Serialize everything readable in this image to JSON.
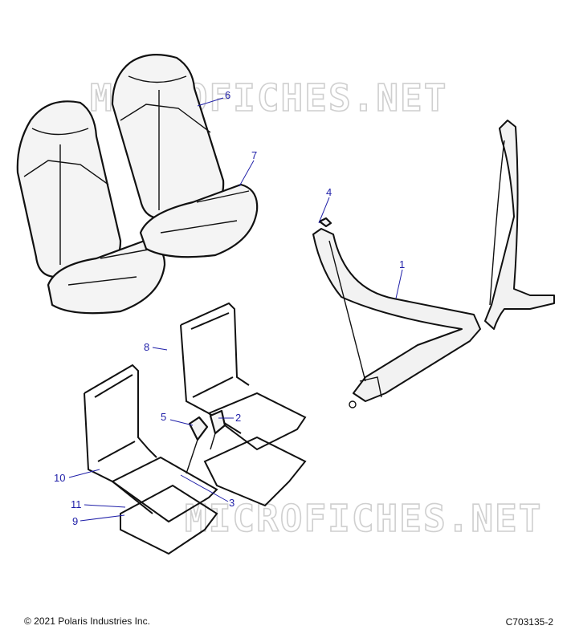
{
  "watermark": "MICROFICHES.NET",
  "callouts": [
    {
      "id": "c1",
      "label": "1"
    },
    {
      "id": "c2",
      "label": "2"
    },
    {
      "id": "c3",
      "label": "3"
    },
    {
      "id": "c4",
      "label": "4"
    },
    {
      "id": "c5",
      "label": "5"
    },
    {
      "id": "c6",
      "label": "6"
    },
    {
      "id": "c7",
      "label": "7"
    },
    {
      "id": "c8",
      "label": "8"
    },
    {
      "id": "c9",
      "label": "9"
    },
    {
      "id": "c10",
      "label": "10"
    },
    {
      "id": "c11",
      "label": "11"
    }
  ],
  "footer": {
    "copyright": "© 2021 Polaris Industries Inc.",
    "drawing_id": "C703135-2"
  },
  "colors": {
    "callout": "#1f1fa8",
    "line": "#111111",
    "watermark": "#cfcfcf"
  }
}
